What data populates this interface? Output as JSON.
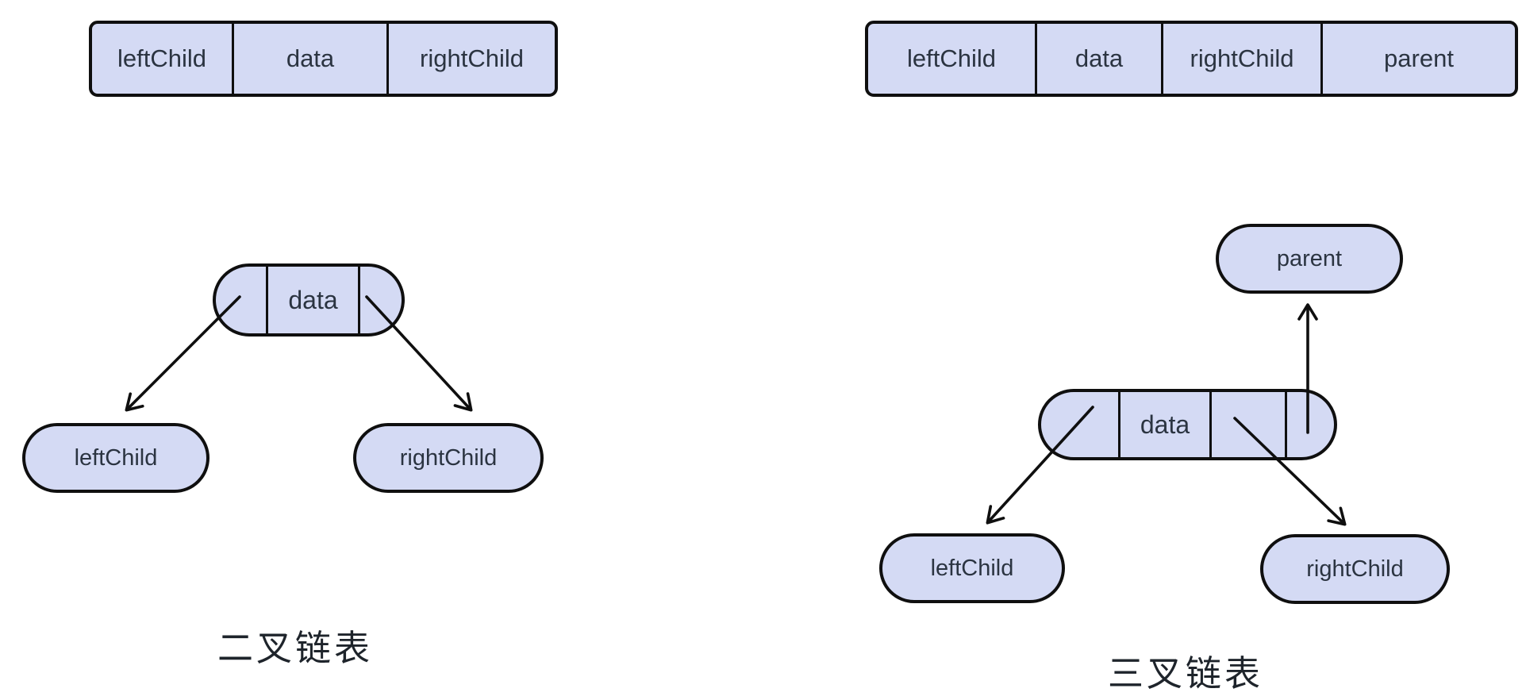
{
  "left_diagram": {
    "caption": "二叉链表",
    "struct_cells": [
      "leftChild",
      "data",
      "rightChild"
    ],
    "tree": {
      "root_label": "data",
      "left_child_label": "leftChild",
      "right_child_label": "rightChild"
    }
  },
  "right_diagram": {
    "caption": "三叉链表",
    "struct_cells": [
      "leftChild",
      "data",
      "rightChild",
      "parent"
    ],
    "tree": {
      "root_label": "data",
      "left_child_label": "leftChild",
      "right_child_label": "rightChild",
      "parent_label": "parent"
    }
  },
  "colors": {
    "node_fill": "#d4daf4",
    "node_border": "#0f0f0f",
    "node_text": "#2b3441",
    "caption_text": "#1e242b",
    "background": "#ffffff"
  }
}
